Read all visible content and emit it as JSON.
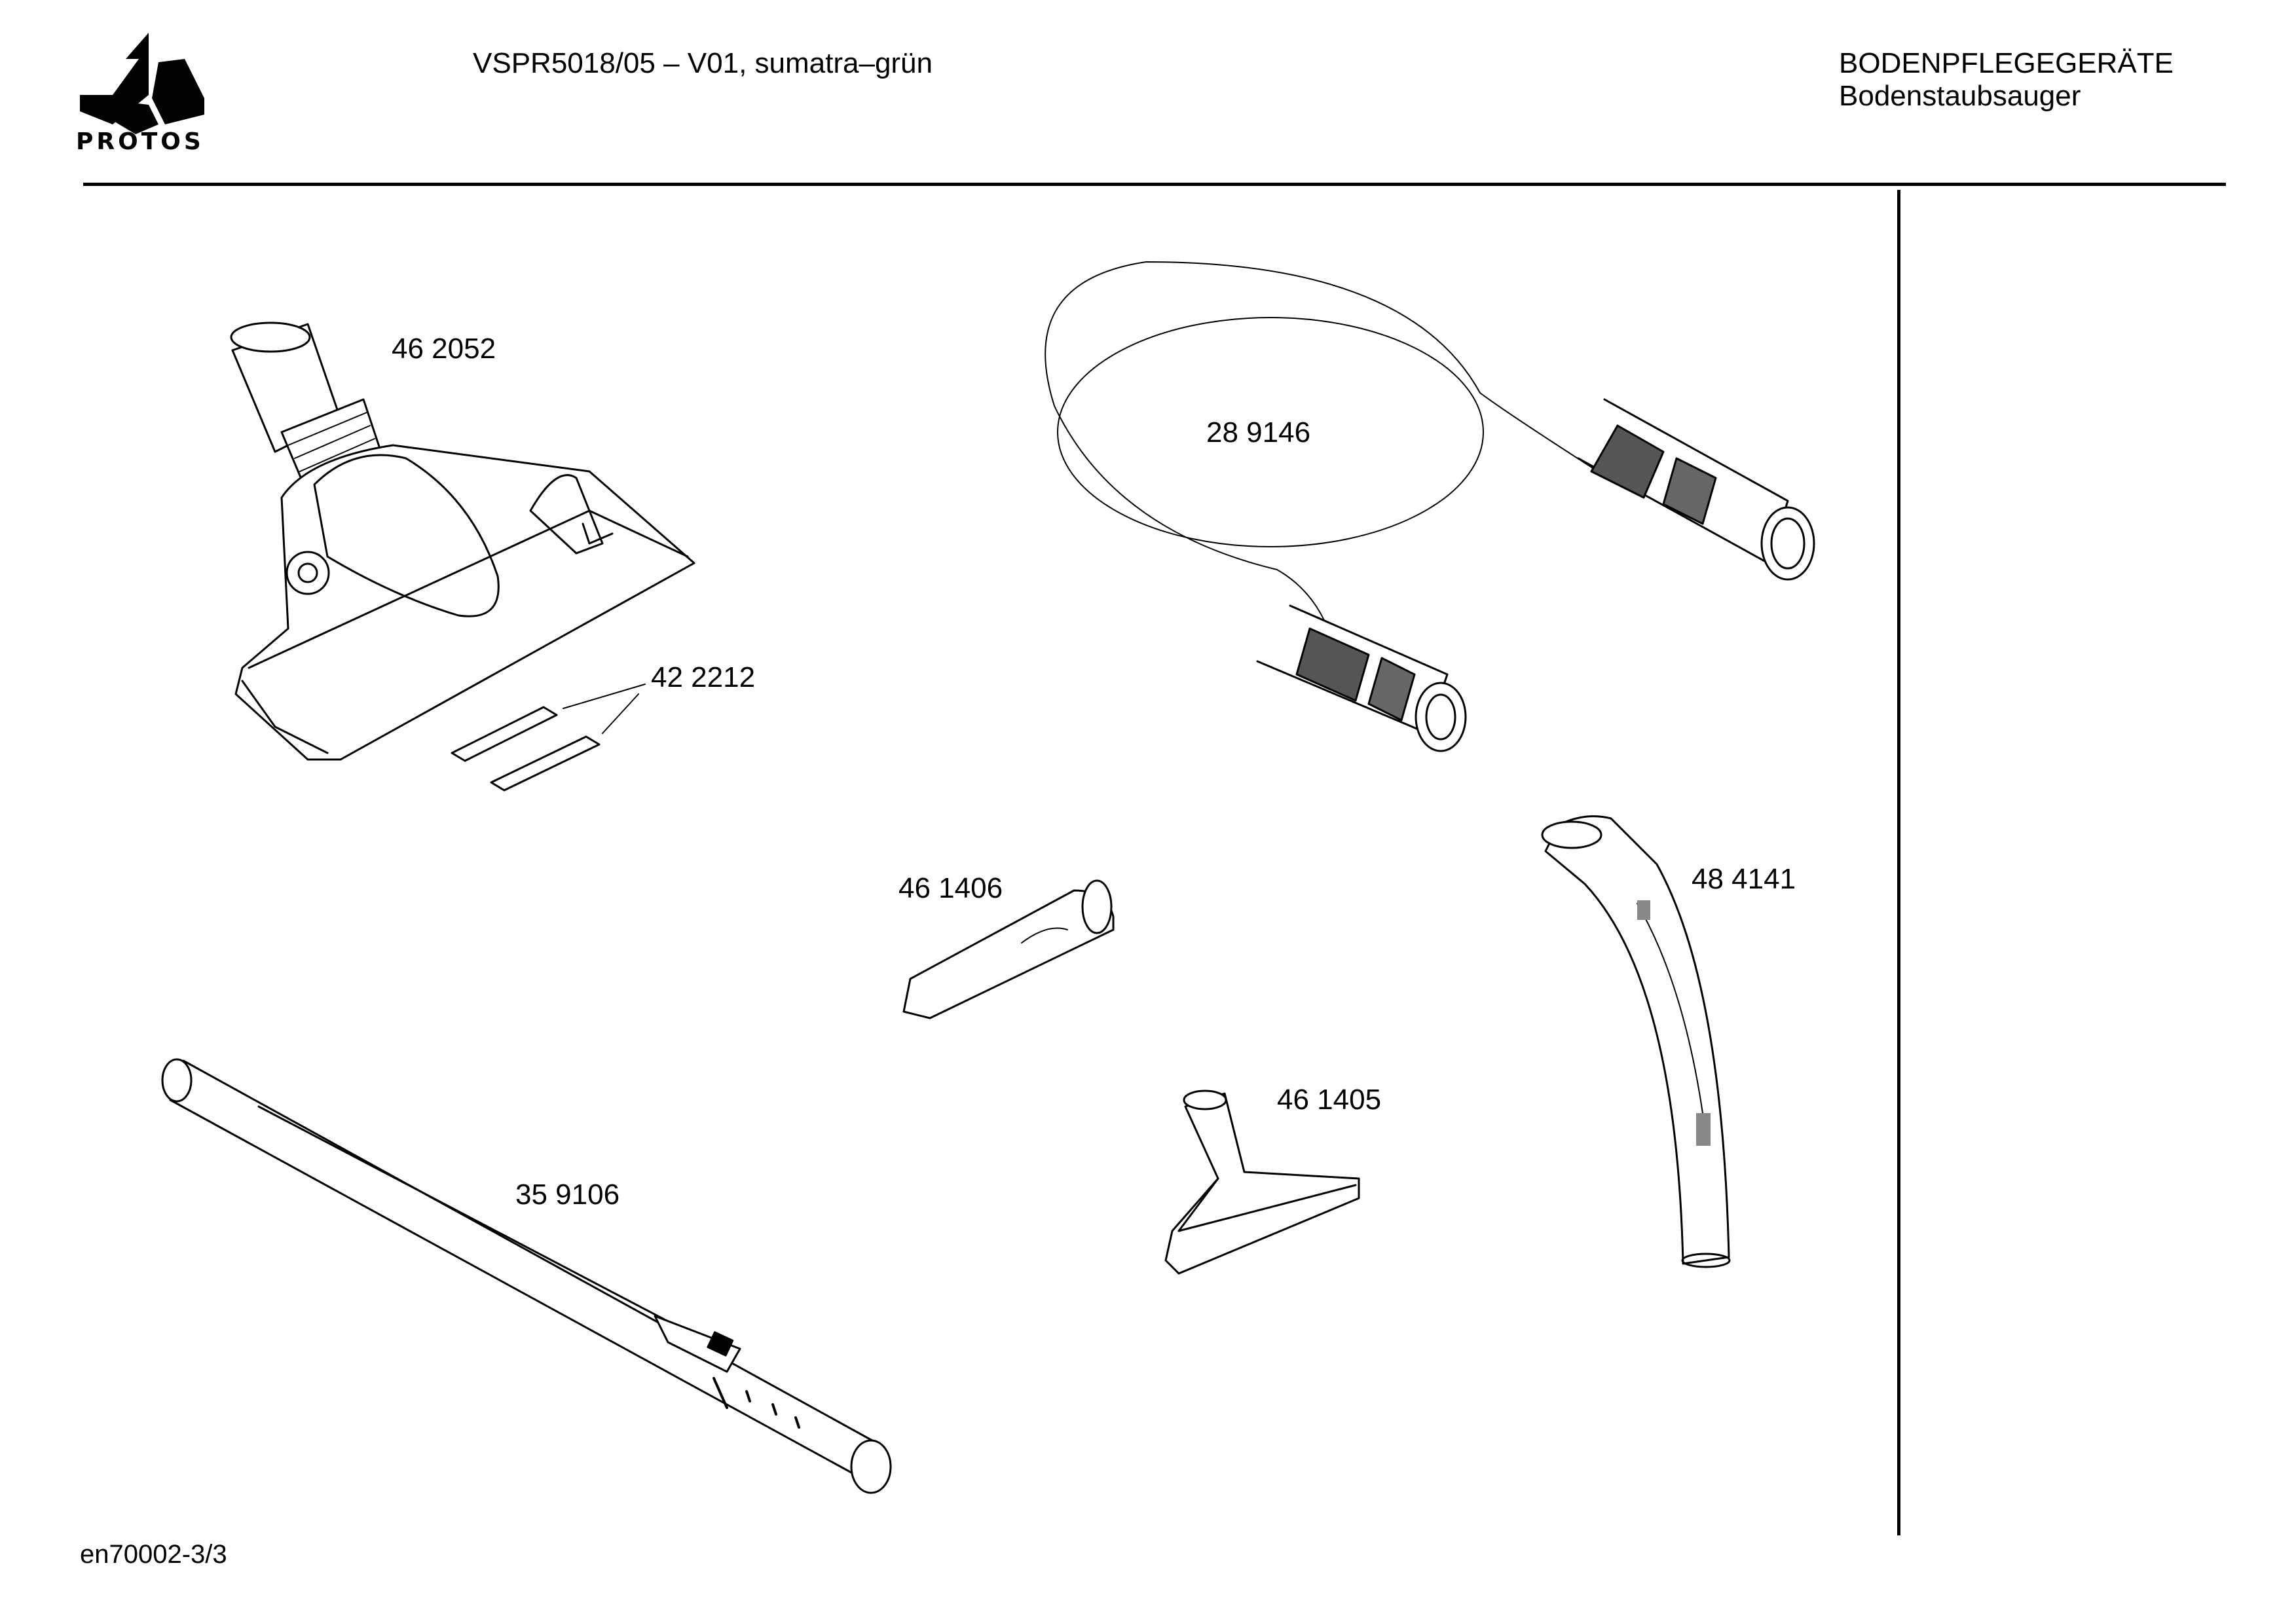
{
  "header": {
    "brand": "PROTOS",
    "model": "VSPR5018/05 – V01, sumatra–grün",
    "category": "BODENPFLEGEGERÄTE",
    "subcategory": "Bodenstaubsauger"
  },
  "parts": {
    "floor_nozzle": "46 2052",
    "hose": "28 9146",
    "strips": "42 2212",
    "crevice_tool": "46 1406",
    "handle": "48 4141",
    "upholstery_tool": "46 1405",
    "tube": "35 9106"
  },
  "footer": {
    "page_ref": "en70002-3/3"
  }
}
